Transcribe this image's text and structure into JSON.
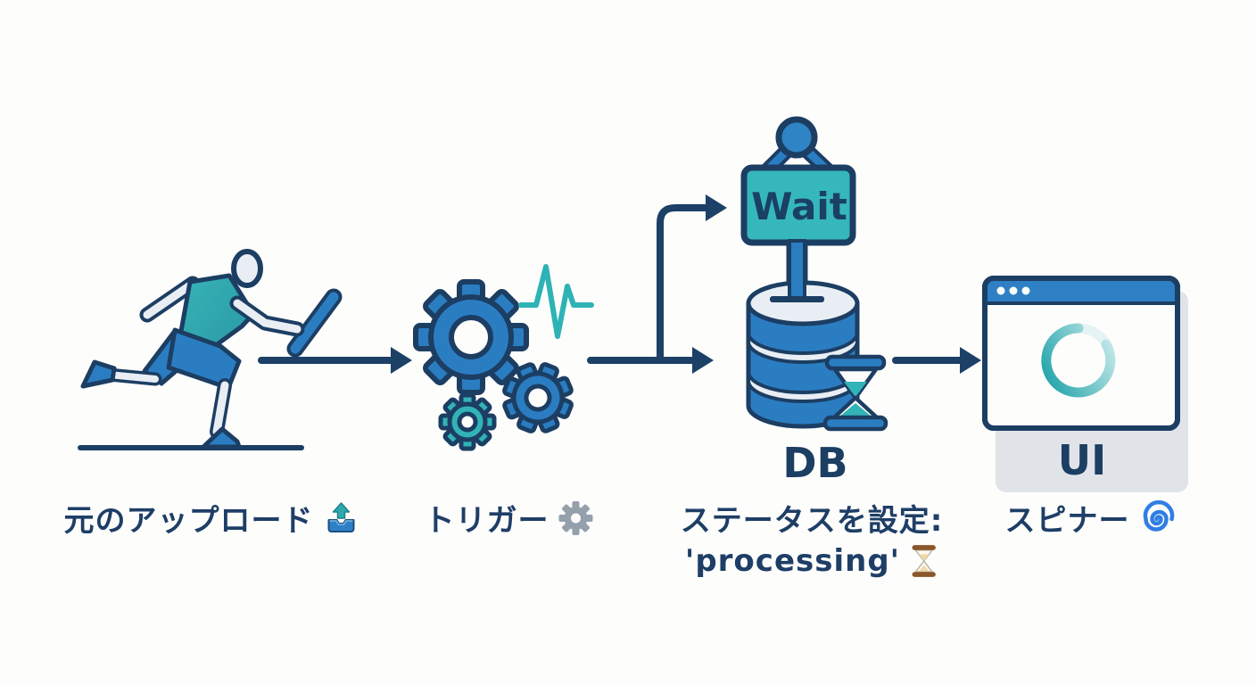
{
  "colors": {
    "background": "#fdfdfc",
    "outline_navy": "#1c3e63",
    "fill_blue": "#2b7dc2",
    "fill_teal": "#31b3b7",
    "fill_light": "#e9eef4",
    "caption_text": "#1e3e66",
    "pulse_teal": "#2db3b5",
    "gear_gray": "#94a0ac",
    "cyclone_blue": "#2f7ee3",
    "spinner_teal": "#29a7ad"
  },
  "diagram": {
    "runner": {
      "caption": "元のアップロード",
      "caption_icon": "upload-tray-icon"
    },
    "trigger": {
      "caption": "トリガー",
      "caption_icon": "gear-icon"
    },
    "wait_sign": {
      "label": "Wait"
    },
    "database": {
      "node_label": "DB",
      "caption_line1": "ステータスを設定:",
      "caption_line2": "'processing'",
      "caption_icon": "hourglass-icon"
    },
    "browser": {
      "node_label": "UI",
      "caption": "スピナー",
      "caption_icon": "cyclone-icon"
    }
  }
}
